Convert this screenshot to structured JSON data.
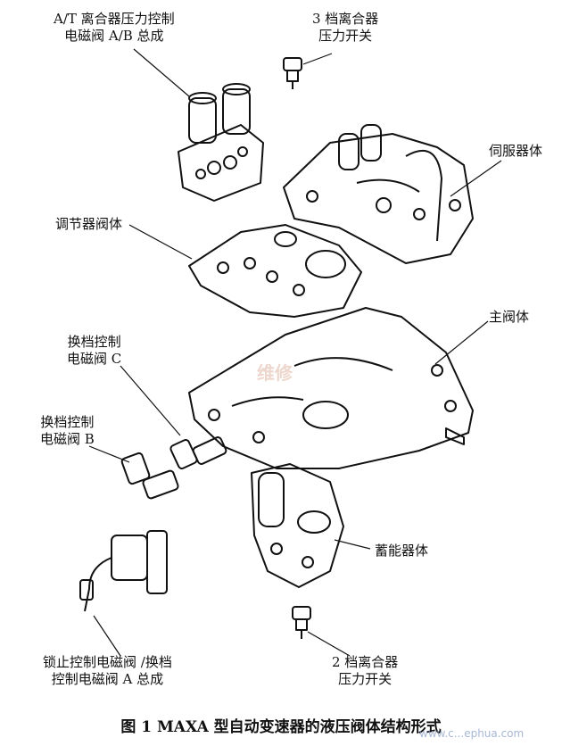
{
  "labels": {
    "atSolenoid": [
      "A/T 离合器压力控制",
      "电磁阀 A/B 总成"
    ],
    "thirdSwitch": [
      "3 档离合器",
      "压力开关"
    ],
    "servoBody": "伺服器体",
    "regulatorBody": "调节器阀体",
    "mainBody": "主阀体",
    "shiftC": [
      "换档控制",
      "电磁阀 C"
    ],
    "shiftB": [
      "换档控制",
      "电磁阀 B"
    ],
    "accumulator": "蓄能器体",
    "lockup": [
      "锁止控制电磁阀 /换档",
      "控制电磁阀 A 总成"
    ],
    "secondSwitch": [
      "2 档离合器",
      "压力开关"
    ]
  },
  "caption": "图 1  MAXA 型自动变速器的液压阀体结构形式",
  "watermark": "www.c...ephua.com",
  "watermark_logo": "维修",
  "colors": {
    "ink": "#111111",
    "paper": "#ffffff",
    "watermark": "#8aa0c8"
  }
}
